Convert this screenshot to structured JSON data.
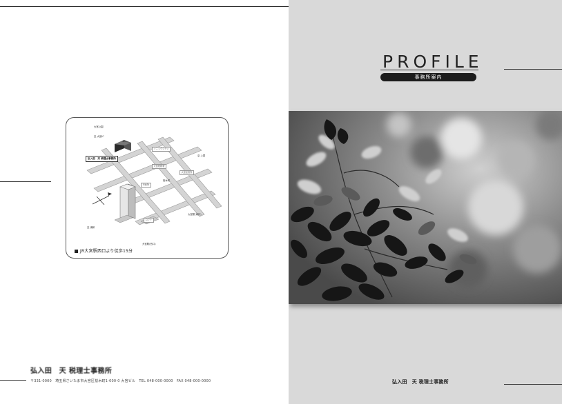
{
  "left_page": {
    "map": {
      "caption": "JR大宮駅西口より徒歩15分",
      "office_label": "弘入田　天 税理士事務所",
      "labels": [
        "大宮公園",
        "至 大宮IC",
        "至 上尾",
        "至 浦和",
        "大宮駅(東口)",
        "大宮駅(西口)",
        "桜木町"
      ],
      "tags": [
        "ソニックシティ",
        "大宮税務署",
        "市役所",
        "大宮区役所",
        "ロフト"
      ]
    },
    "footer": {
      "office_name": "弘入田　天 税理士事務所",
      "address": "〒331-0000　埼玉県さいたま市大宮区桜木町1-000-0 大宮ビル　TEL 048-000-0000　FAX 048-000-0000"
    }
  },
  "right_page": {
    "title": "PROFILE",
    "subtitle": "事務所案内",
    "footer_name": "弘入田　天 税理士事務所"
  },
  "colors": {
    "right_page_bg": "#d9d9d9",
    "pill_bg": "#1c1c1c",
    "left_page_bg": "#ffffff"
  }
}
